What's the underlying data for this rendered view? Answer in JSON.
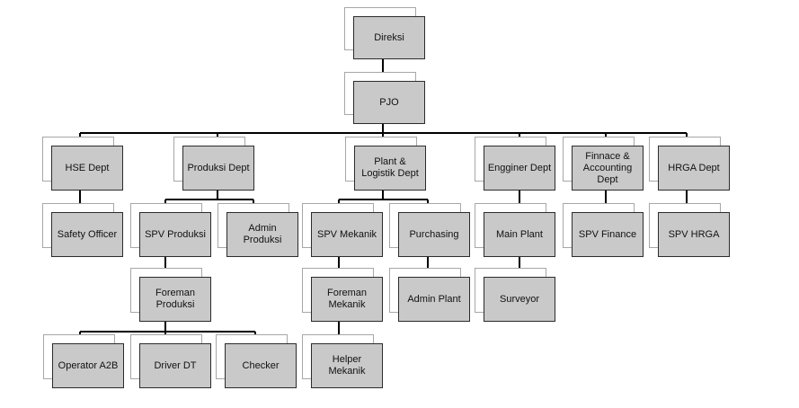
{
  "nodes": {
    "direksi": "Direksi",
    "pjo": "PJO",
    "hse_dept": "HSE Dept",
    "safety_officer": "Safety Officer",
    "produksi_dept": "Produksi Dept",
    "spv_produksi": "SPV Produksi",
    "admin_produksi": "Admin\nProduksi",
    "foreman_produksi": "Foreman\nProduksi",
    "operator_a2b": "Operator A2B",
    "driver_dt": "Driver DT",
    "checker": "Checker",
    "plant_logistik_dept": "Plant &\nLogistik Dept",
    "spv_mekanik": "SPV Mekanik",
    "foreman_mekanik": "Foreman\nMekanik",
    "helper_mekanik": "Helper\nMekanik",
    "purchasing": "Purchasing",
    "admin_plant": "Admin Plant",
    "engginer_dept": "Engginer Dept",
    "main_plant": "Main Plant",
    "surveyor": "Surveyor",
    "finance_accounting_dept": "Finnace &\nAccounting\nDept",
    "spv_finance": "SPV Finance",
    "hrga_dept": "HRGA Dept",
    "spv_hrga": "SPV HRGA"
  },
  "colors": {
    "node_fill": "#c9c9c9",
    "node_border": "#2b2b2b",
    "shadow_border": "#a7a7a7",
    "connector": "#000000"
  }
}
